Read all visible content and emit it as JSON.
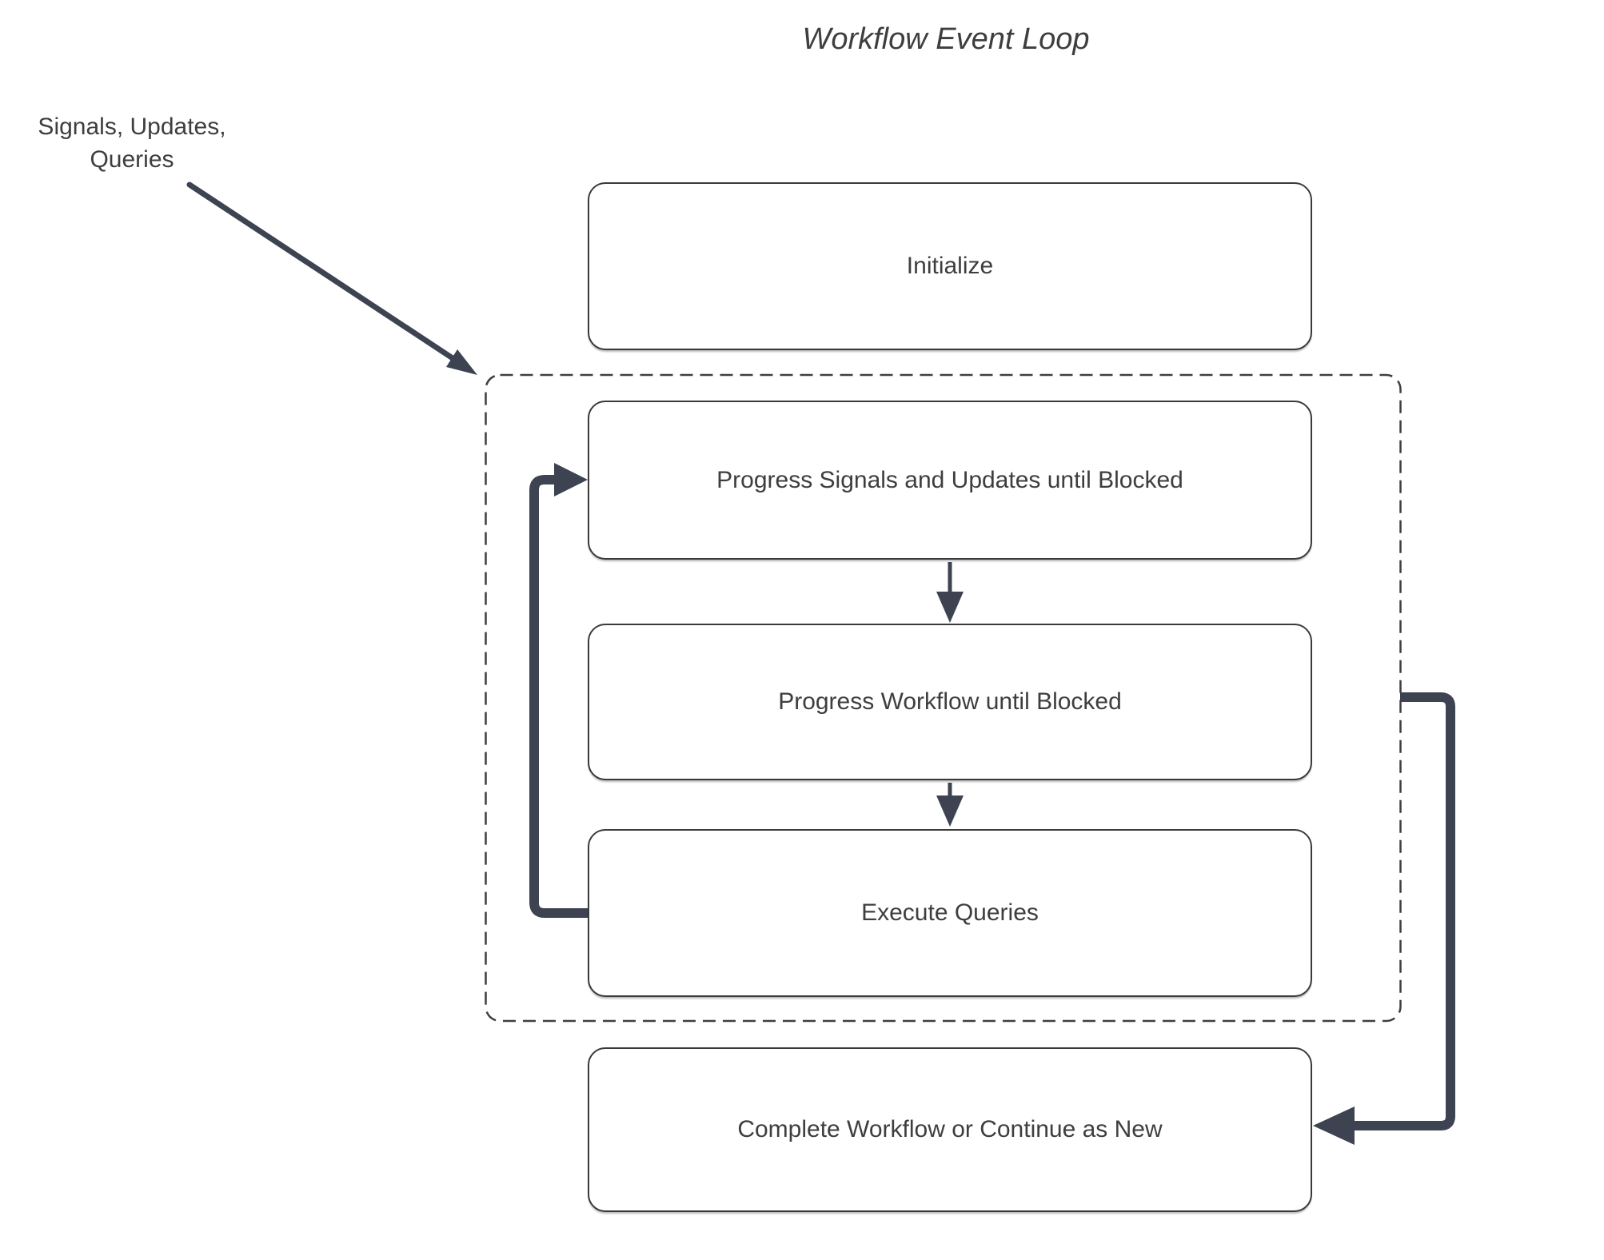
{
  "diagram": {
    "title": "Workflow Event Loop",
    "external_input_label": "Signals, Updates,\nQueries",
    "nodes": {
      "initialize": {
        "label": "Initialize"
      },
      "progress_signals_updates": {
        "label": "Progress Signals and Updates until Blocked"
      },
      "progress_workflow": {
        "label": "Progress Workflow until Blocked"
      },
      "execute_queries": {
        "label": "Execute Queries"
      },
      "complete_or_continue": {
        "label": "Complete Workflow or Continue as New"
      }
    },
    "colors": {
      "arrow": "#3d4350",
      "box_border": "#3a3a3a",
      "dashed_border": "#3f3f3f",
      "text": "#3e3e3e",
      "background": "#ffffff"
    }
  }
}
